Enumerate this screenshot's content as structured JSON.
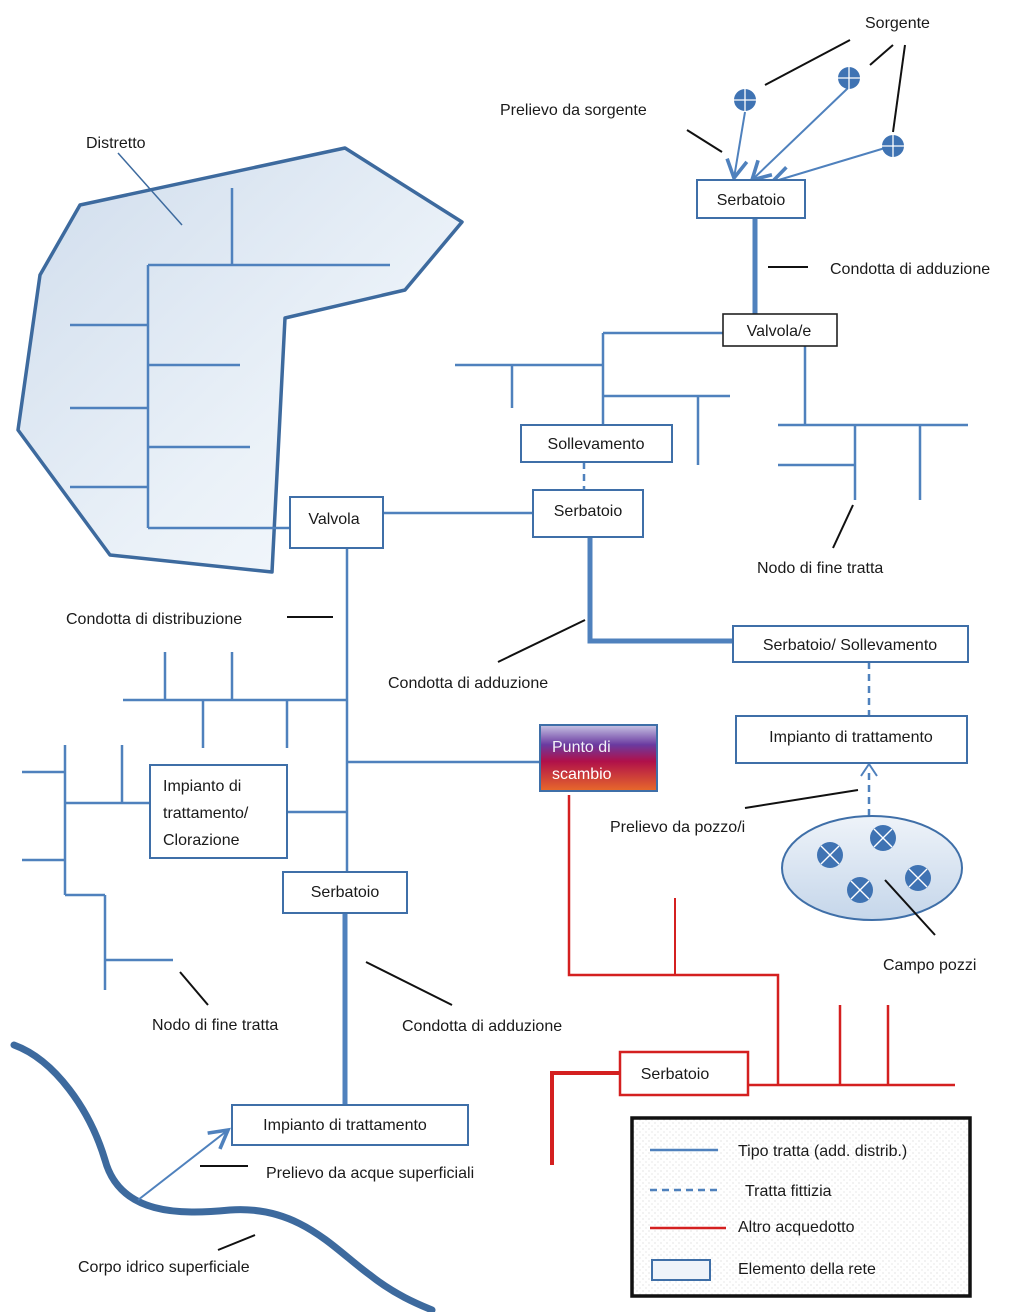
{
  "colors": {
    "pipe": "#4f81bd",
    "pipe_dark": "#3f6fa8",
    "district_fill": "#dde8f3",
    "district_border": "#3d6a9e",
    "other_aqueduct": "#d42020",
    "well_fill": "#3f73b3",
    "river": "#3d6a9e"
  },
  "icons": {
    "source": "circle-plus-icon",
    "well": "circle-x-icon"
  },
  "labels": {
    "sorgente": "Sorgente",
    "prelievo_sorgente": "Prelievo da sorgente",
    "distretto": "Distretto",
    "condotta_adduzione_top": "Condotta di adduzione",
    "nodo_fine_tratta_right": "Nodo di fine tratta",
    "condotta_distribuzione": "Condotta di distribuzione",
    "condotta_adduzione_mid": "Condotta di adduzione",
    "prelievo_pozzi": "Prelievo da pozzo/i",
    "campo_pozzi": "Campo pozzi",
    "nodo_fine_tratta_left": "Nodo di fine tratta",
    "condotta_adduzione_bottom": "Condotta di adduzione",
    "prelievo_acque": "Prelievo da acque superficiali",
    "corpo_idrico": "Corpo idrico superficiale"
  },
  "boxes": {
    "serbatoio_top": "Serbatoio",
    "valvole": "Valvola/e",
    "sollevamento": "Sollevamento",
    "serbatoio_mid": "Serbatoio",
    "valvola": "Valvola",
    "serbatoio_sollevamento": "Serbatoio/ Sollevamento",
    "impianto_trattamento_right": "Impianto di trattamento",
    "punto_scambio_line1": "Punto di",
    "punto_scambio_line2": "scambio",
    "impianto_clorazione_line1": "Impianto di",
    "impianto_clorazione_line2": "trattamento/",
    "impianto_clorazione_line3": "Clorazione",
    "serbatoio_lower": "Serbatoio",
    "serbatoio_red": "Serbatoio",
    "impianto_trattamento_bottom": "Impianto di trattamento"
  },
  "legend": {
    "items": [
      {
        "key": "tipo_tratta",
        "label": "Tipo tratta (add. distrib.)"
      },
      {
        "key": "tratta_fittizia",
        "label": "Tratta fittizia"
      },
      {
        "key": "altro_acquedotto",
        "label": "Altro acquedotto"
      },
      {
        "key": "elemento_rete",
        "label": "Elemento della rete"
      }
    ]
  }
}
